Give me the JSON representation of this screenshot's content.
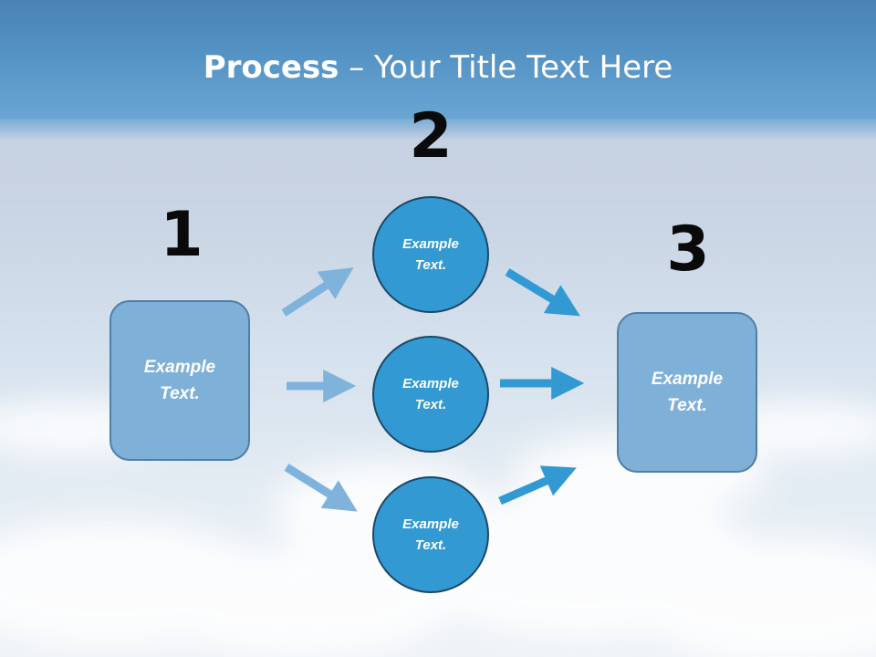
{
  "title": {
    "bold": "Process",
    "rest": " – Your Title Text Here"
  },
  "steps": [
    {
      "number": "1",
      "text": "Example Text."
    },
    {
      "number": "2",
      "items": [
        "Example Text.",
        "Example Text.",
        "Example Text."
      ]
    },
    {
      "number": "3",
      "text": "Example Text."
    }
  ],
  "colors": {
    "title_band": "#5896c8",
    "box_fill": "#7fb0d8",
    "circle_fill": "#3399d2",
    "arrow_left": "#7fb3dc",
    "arrow_right": "#3399d2"
  }
}
